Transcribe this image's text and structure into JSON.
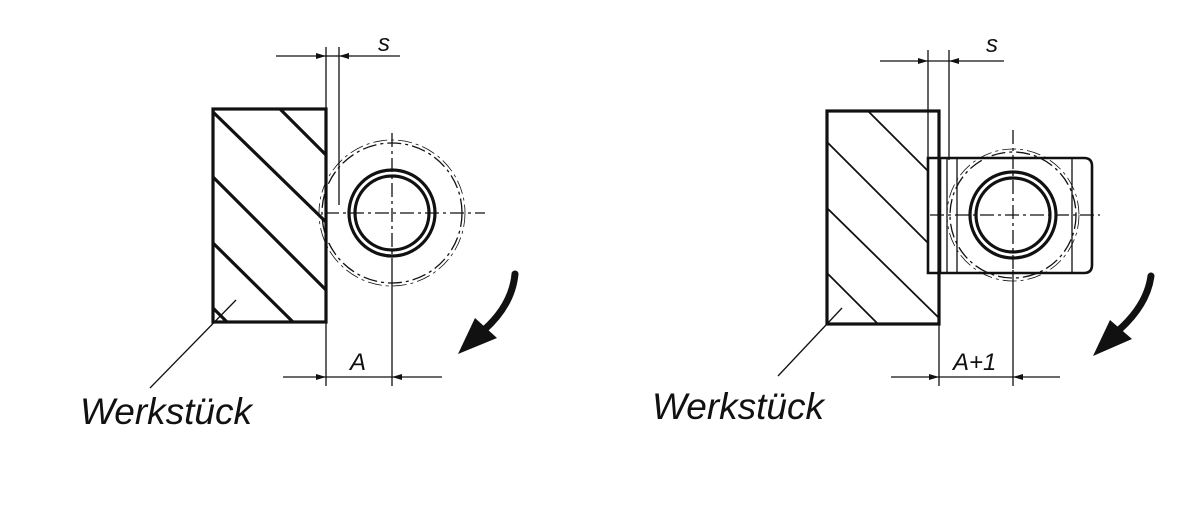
{
  "figures": [
    {
      "id": "left",
      "workpiece_label": "Werkstück",
      "gap_label": "s",
      "distance_label": "A"
    },
    {
      "id": "right",
      "workpiece_label": "Werkstück",
      "gap_label": "s",
      "distance_label": "A+1"
    }
  ],
  "colors": {
    "line": "#111111",
    "background": "#ffffff"
  }
}
